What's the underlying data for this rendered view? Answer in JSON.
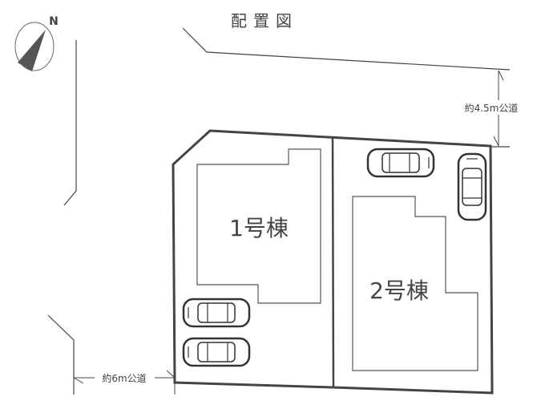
{
  "title": "配置図",
  "compass": {
    "label": "N",
    "icon": "north-arrow-icon"
  },
  "roads": {
    "north": "約4.5m公道",
    "west": "約6m公道"
  },
  "buildings": [
    {
      "label": "1号棟"
    },
    {
      "label": "2号棟"
    }
  ],
  "colors": {
    "line": "#444444",
    "fill": "#555555"
  }
}
